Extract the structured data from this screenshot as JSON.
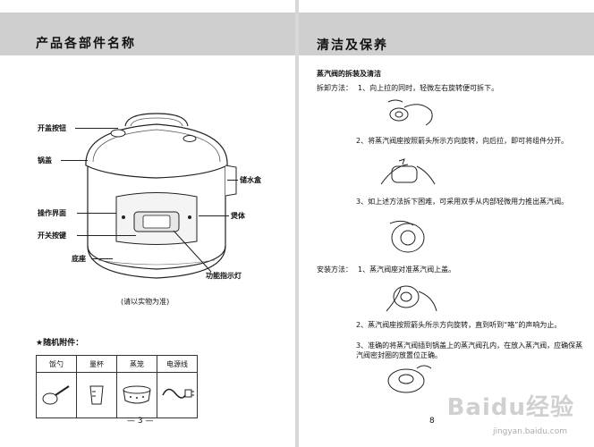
{
  "left_page": {
    "title": "产品各部件名称",
    "parts": {
      "lid_button": "开盖按钮",
      "lid": "锅盖",
      "water_box": "储水盒",
      "control_panel": "操作界面",
      "body": "煲体",
      "switch_key": "开关按键",
      "base": "底座",
      "indicator": "功能指示灯"
    },
    "note": "(请以实物为准)",
    "accessories_title": "★随机附件：",
    "accessories": [
      "饭勺",
      "量杯",
      "蒸笼",
      "电源线"
    ],
    "page_number": "— 3 —"
  },
  "right_page": {
    "title": "清洁及保养",
    "section": "蒸汽阀的拆装及清洁",
    "disassembly_label": "拆卸方法：",
    "disassembly_steps": [
      "1、向上拉的同时，轻微左右旋转便可拆下。",
      "2、将蒸汽阀座按照箭头所示方向旋转，向后拉，即可将组件分开。",
      "3、如上述方法拆下困难，可采用双手从内部轻微用力推出蒸汽阀。"
    ],
    "assembly_label": "安装方法：",
    "assembly_steps": [
      "1、蒸汽阀座对准蒸汽阀上盖。",
      "2、蒸汽阀座按照箭头所示方向旋转，直到听到“咯”的声响为止。",
      "3、准确的将蒸汽阀插到锅盖上的蒸汽阀孔内，在放入蒸汽阀，应确保蒸汽阀密封圈的放置位正确。"
    ],
    "page_number": "8"
  },
  "watermark": {
    "logo": "Baidu经验",
    "url": "jingyan.baidu.com"
  }
}
